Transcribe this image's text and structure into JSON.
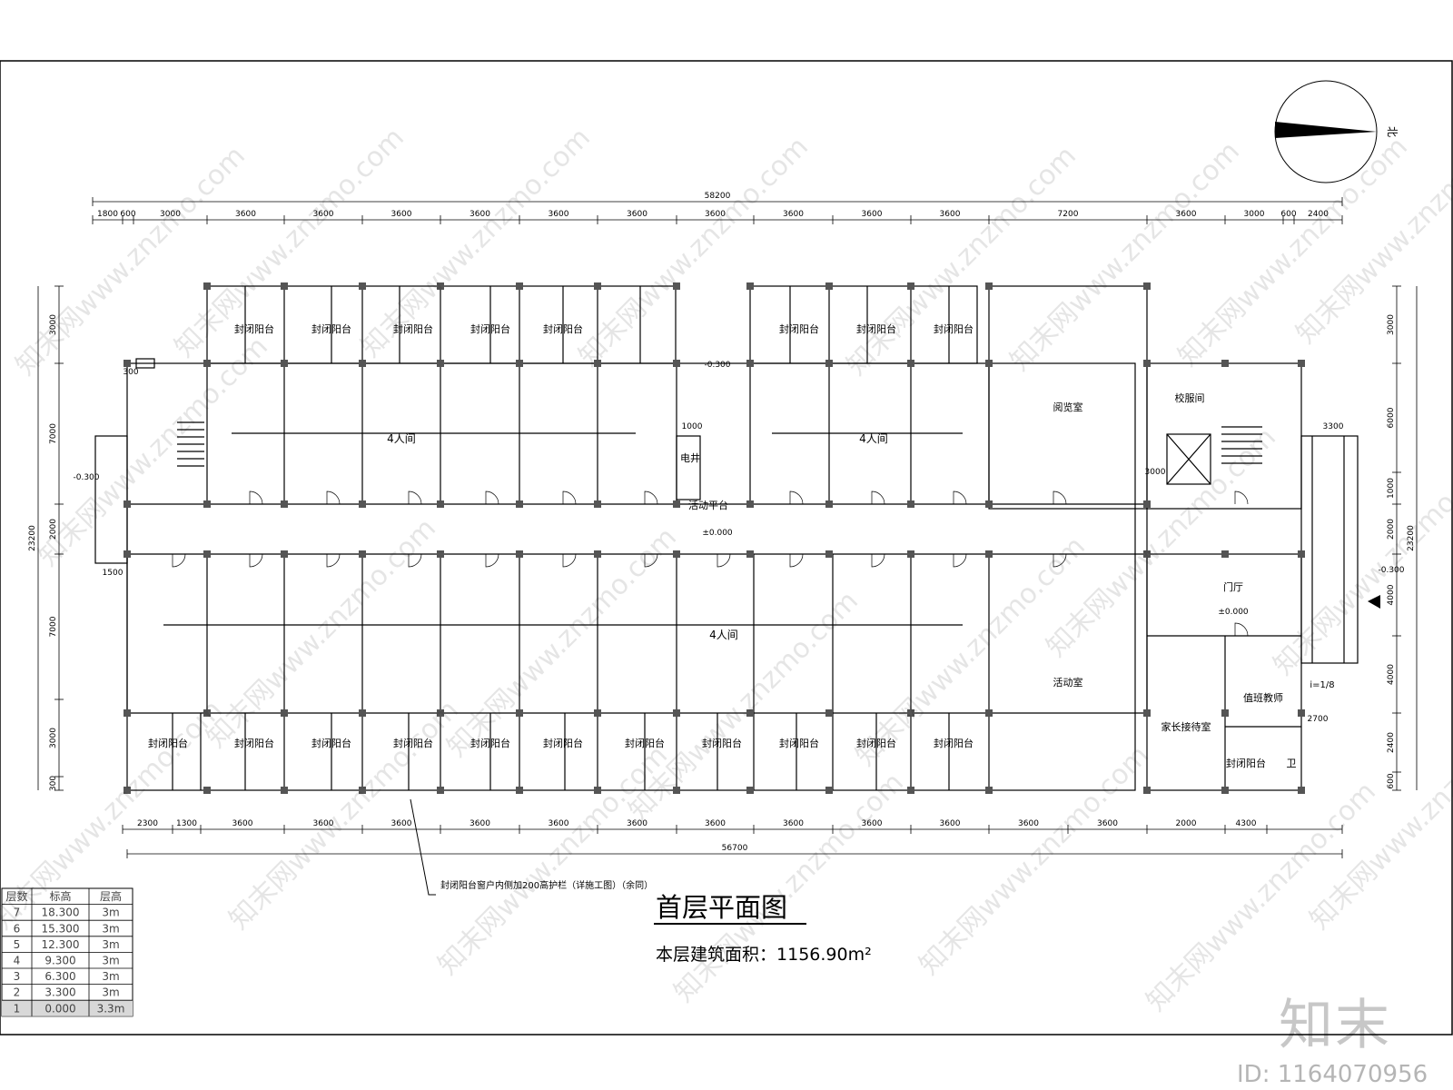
{
  "drawing": {
    "title": "首层平面图",
    "area_label": "本层建筑面积：",
    "area_value": "1156.90m²",
    "north_label": "北",
    "note": "封闭阳台窗户内侧加200高护栏（详施工图）（余同）",
    "watermark_text": "知末网www.znzmo.com",
    "brand": "知末",
    "image_id": "ID: 1164070956"
  },
  "dimensions": {
    "top_total": "58200",
    "top_segments": [
      "1800",
      "600",
      "3000",
      "3600",
      "3600",
      "3600",
      "3600",
      "3600",
      "3600",
      "3600",
      "3600",
      "3600",
      "3600",
      "7200",
      "3600",
      "3000",
      "600",
      "2400"
    ],
    "bottom_total": "56700",
    "bottom_segments": [
      "2300",
      "1300",
      "3600",
      "3600",
      "3600",
      "3600",
      "3600",
      "3600",
      "3600",
      "3600",
      "3600",
      "3600",
      "3600",
      "3600",
      "2000",
      "4300"
    ],
    "left_total": "23200",
    "left_segments": [
      "3000",
      "7000",
      "2000",
      "7000",
      "3000",
      "300"
    ],
    "right_total": "23200",
    "right_segments": [
      "3000",
      "6000",
      "1000",
      "2000",
      "4000",
      "4000",
      "2400",
      "600"
    ]
  },
  "rooms": {
    "balcony": "封闭阳台",
    "four_person": "4人间",
    "reading_room": "阅览室",
    "uniform_room": "校服间",
    "activity_room": "活动室",
    "lobby": "门厅",
    "parent_reception": "家长接待室",
    "duty_teacher": "值班教师",
    "electrical_shaft": "电井",
    "activity_platform": "活动平台",
    "toilet": "卫"
  },
  "elevations": {
    "zero": "±0.000",
    "minus": "-0.300"
  },
  "ramp": "i=1/8",
  "misc_dims": {
    "d1000": "1000",
    "d1500": "1500",
    "d3300": "3300",
    "d2700": "2700",
    "d2400": "2400",
    "d3000": "3000",
    "d300": "300"
  },
  "floor_table": {
    "headers": [
      "层数",
      "标高",
      "层高"
    ],
    "rows": [
      [
        "7",
        "18.300",
        "3m"
      ],
      [
        "6",
        "15.300",
        "3m"
      ],
      [
        "5",
        "12.300",
        "3m"
      ],
      [
        "4",
        "9.300",
        "3m"
      ],
      [
        "3",
        "6.300",
        "3m"
      ],
      [
        "2",
        "3.300",
        "3m"
      ],
      [
        "1",
        "0.000",
        "3.3m"
      ]
    ]
  }
}
